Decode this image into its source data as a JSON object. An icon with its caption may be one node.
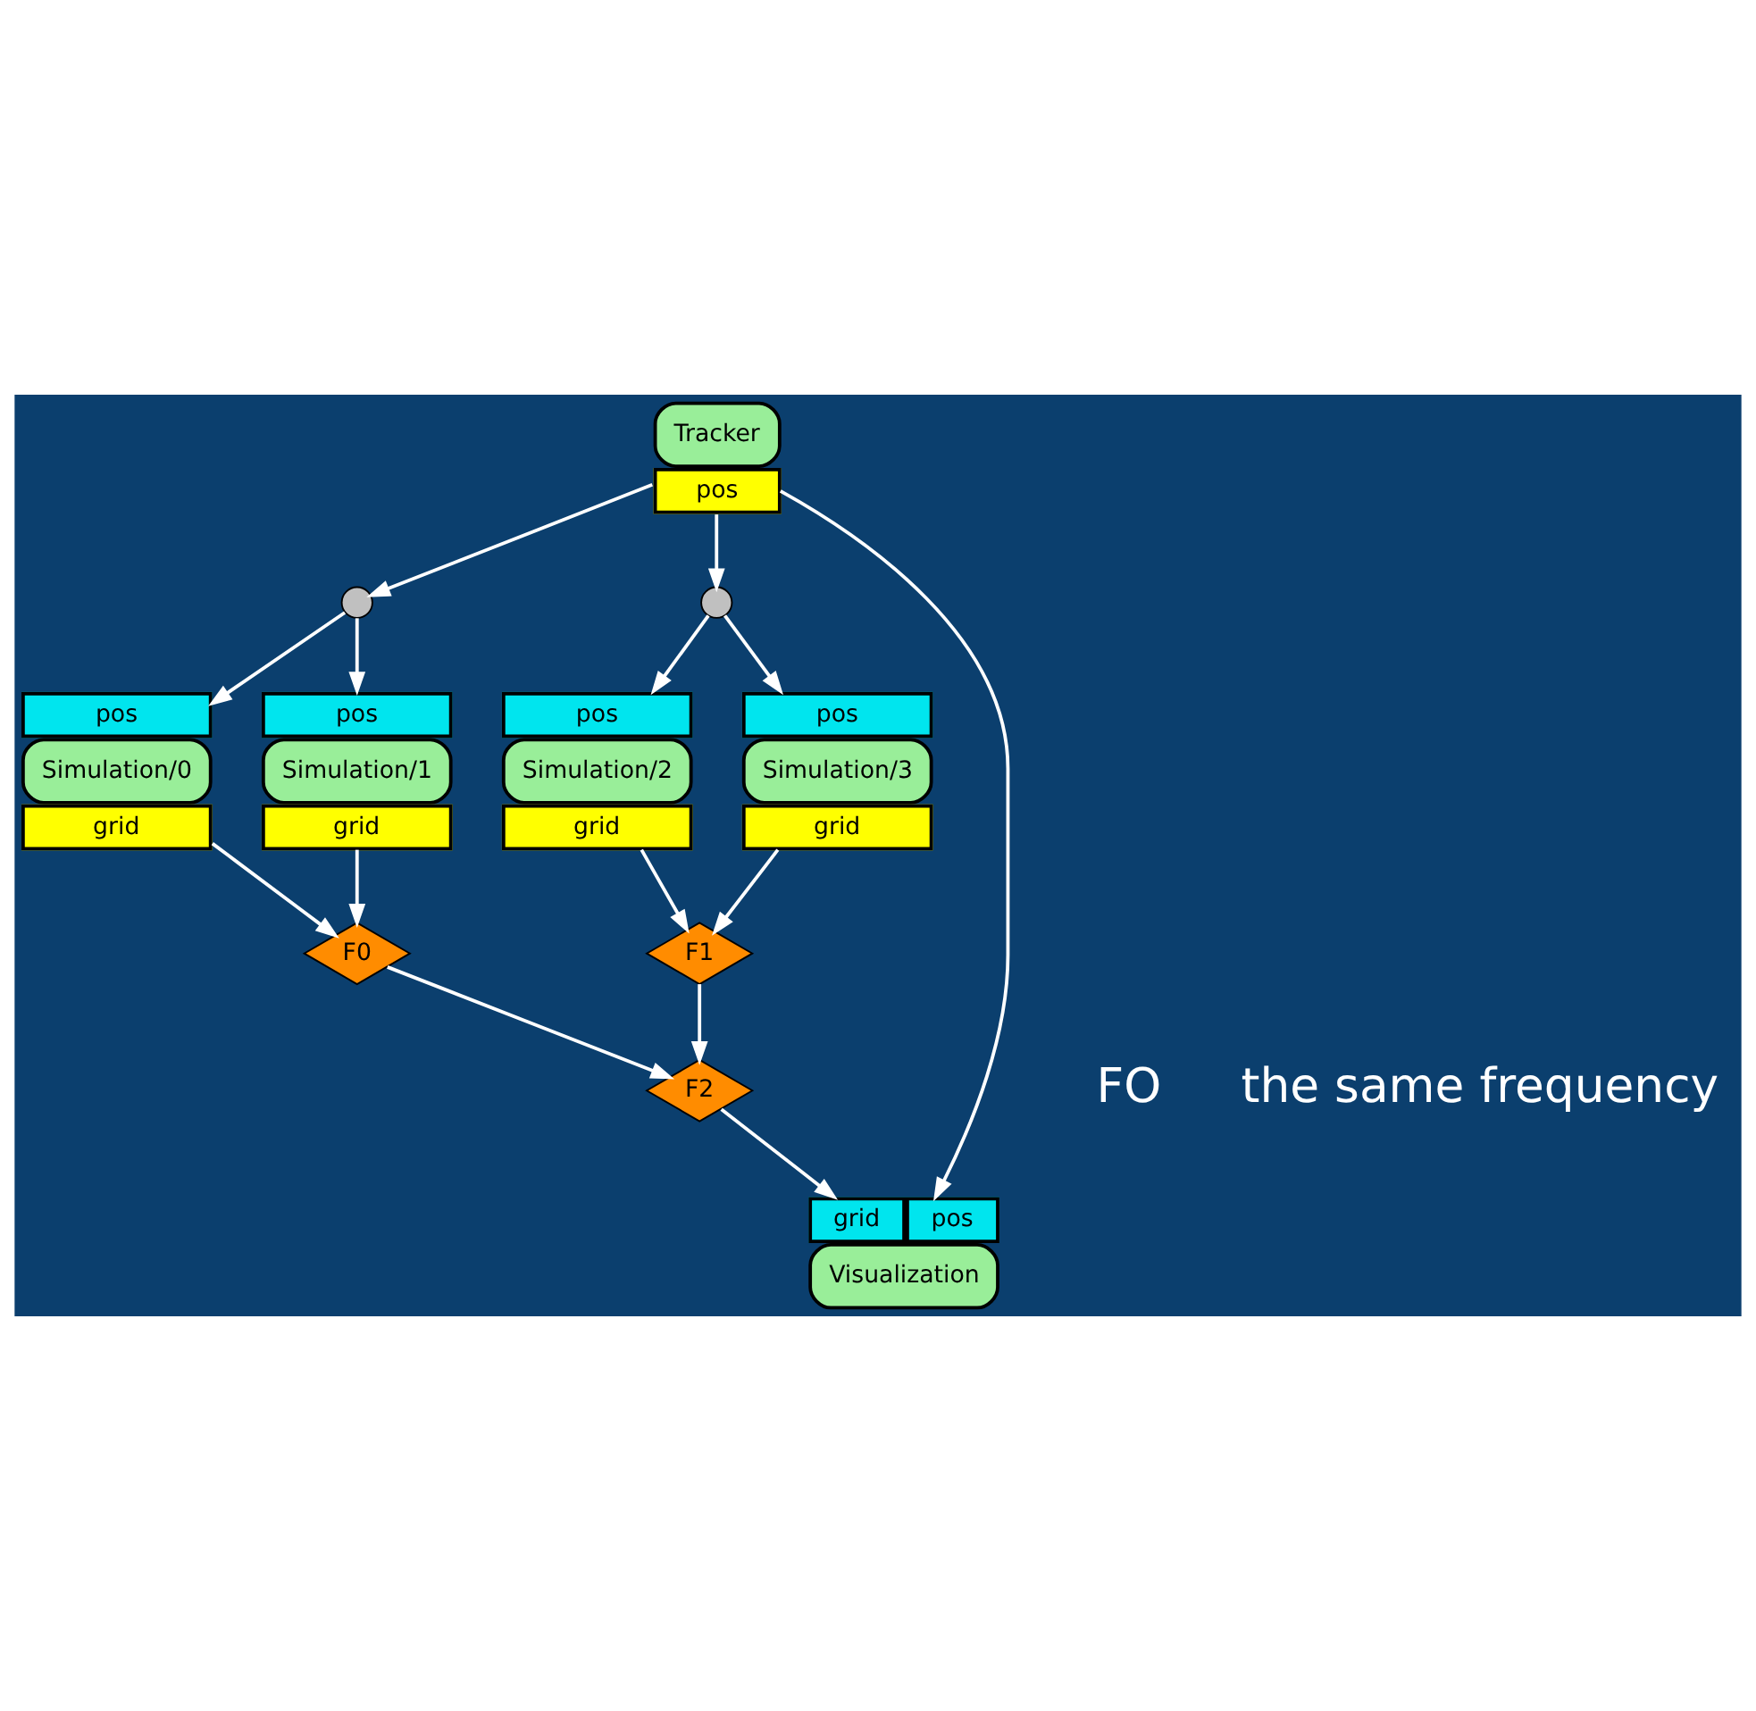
{
  "diagram": {
    "nodes": [
      {
        "text": [
          "Tracker",
          "pos"
        ]
      },
      {
        "text": [],
        "shape": "circle"
      },
      {
        "text": [],
        "shape": "circle"
      },
      {
        "text": [
          "pos",
          "Simulation/0",
          "grid"
        ]
      },
      {
        "text": [
          "pos",
          "Simulation/1",
          "grid"
        ]
      },
      {
        "text": [
          "pos",
          "Simulation/2",
          "grid"
        ]
      },
      {
        "text": [
          "pos",
          "Simulation/3",
          "grid"
        ]
      },
      {
        "text": [
          "F0"
        ]
      },
      {
        "text": [
          "F1"
        ]
      },
      {
        "text": [
          "F2"
        ]
      },
      {
        "text": [
          "grid",
          "pos",
          "Visualization"
        ]
      }
    ],
    "edges": [
      {
        "from": 0,
        "to": 1,
        "arrow": "to"
      },
      {
        "from": 0,
        "to": 2,
        "arrow": "to"
      },
      {
        "from": 0,
        "to": 10,
        "arrow": "to"
      },
      {
        "from": 1,
        "to": 3,
        "arrow": "to"
      },
      {
        "from": 1,
        "to": 4,
        "arrow": "to"
      },
      {
        "from": 2,
        "to": 5,
        "arrow": "to"
      },
      {
        "from": 2,
        "to": 6,
        "arrow": "to"
      },
      {
        "from": 3,
        "to": 7,
        "arrow": "to"
      },
      {
        "from": 4,
        "to": 7,
        "arrow": "to"
      },
      {
        "from": 5,
        "to": 8,
        "arrow": "to"
      },
      {
        "from": 6,
        "to": 8,
        "arrow": "to"
      },
      {
        "from": 7,
        "to": 9,
        "arrow": "to"
      },
      {
        "from": 8,
        "to": 9,
        "arrow": "to"
      },
      {
        "from": 9,
        "to": 10,
        "arrow": "to"
      }
    ],
    "labels": [
      "FO",
      "the same frequency"
    ]
  }
}
